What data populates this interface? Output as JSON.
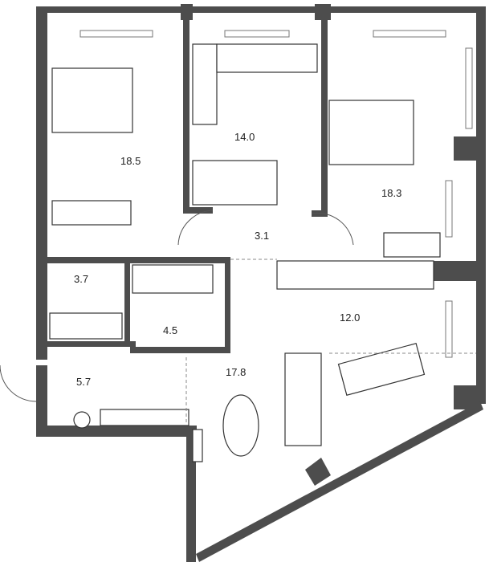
{
  "rooms": [
    {
      "id": "bedroom-1",
      "area": "18.5"
    },
    {
      "id": "bedroom-2",
      "area": "14.0"
    },
    {
      "id": "bedroom-3",
      "area": "18.3"
    },
    {
      "id": "corridor",
      "area": "3.1"
    },
    {
      "id": "bathroom-1",
      "area": "3.7"
    },
    {
      "id": "bathroom-2",
      "area": "4.5"
    },
    {
      "id": "kitchen",
      "area": "12.0"
    },
    {
      "id": "hallway",
      "area": "5.7"
    },
    {
      "id": "living-room",
      "area": "17.8"
    }
  ],
  "colors": {
    "wall": "#4d4d4d",
    "background": "#ffffff"
  }
}
